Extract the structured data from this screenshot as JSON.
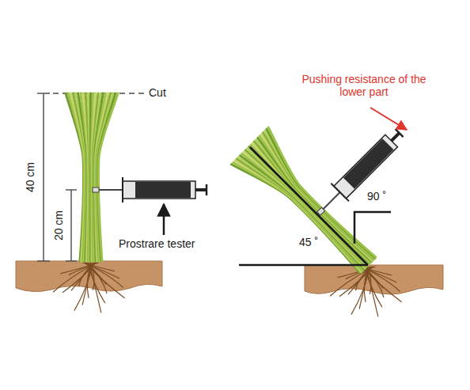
{
  "diagram": {
    "labels": [
      "Cut",
      "40 cm",
      "20 cm",
      "Prostrare tester",
      "Pushing resistance of the lower part",
      "90 ˚",
      "45 ˚"
    ]
  }
}
